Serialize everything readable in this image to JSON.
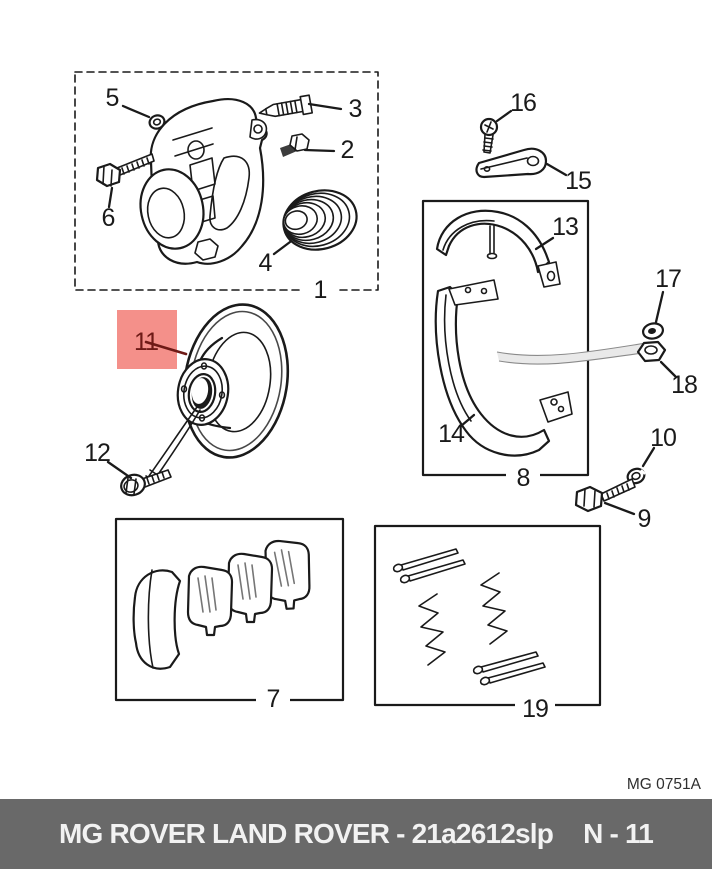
{
  "diagram": {
    "watermark": "MG 0751A",
    "highlighted_item": "11",
    "callouts": {
      "1": "1",
      "2": "2",
      "3": "3",
      "4": "4",
      "5": "5",
      "6": "6",
      "7": "7",
      "8": "8",
      "9": "9",
      "10": "10",
      "11": "11",
      "12": "12",
      "13": "13",
      "14": "14",
      "15": "15",
      "16": "16",
      "17": "17",
      "18": "18",
      "19": "19"
    }
  },
  "footer": {
    "catalog_code": "MG ROVER LAND ROVER - 21a2612slp",
    "page_ref": "N - 11"
  },
  "colors": {
    "line": "#1a1a1a",
    "hl_bg": "#f4908a",
    "hl_fg": "#6e1a16",
    "footer_bg": "#696969",
    "footer_fg": "#f2f2f2",
    "wm_fg": "#2f2f2f"
  }
}
